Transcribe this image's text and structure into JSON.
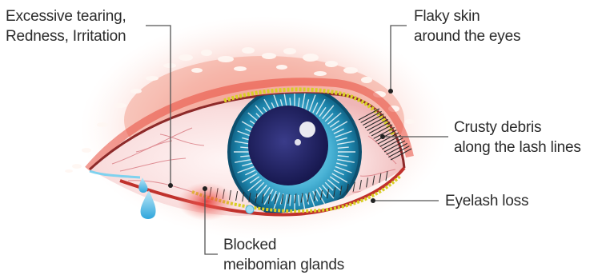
{
  "labels": {
    "tearing": {
      "line1": "Excessive tearing,",
      "line2": "Redness, Irritation"
    },
    "flaky_skin": {
      "line1": "Flaky skin",
      "line2": "around the eyes"
    },
    "crusty_debris": {
      "line1": "Crusty debris",
      "line2": "along the lash lines"
    },
    "eyelash_loss": {
      "line1": "Eyelash loss"
    },
    "blocked_glands": {
      "line1": "Blocked",
      "line2": "meibomian glands"
    }
  },
  "colors": {
    "text": "#2b2b2b",
    "leader_line": "#555555",
    "sclera": "#fdeeee",
    "eyelid_redness": "#f0a8a0",
    "iris_outer": "#1e8fb0",
    "iris_inner": "#6cc6e0",
    "pupil": "#1e1f5e",
    "crust": "#d9cf2a",
    "tear": "#5cc0e8"
  }
}
